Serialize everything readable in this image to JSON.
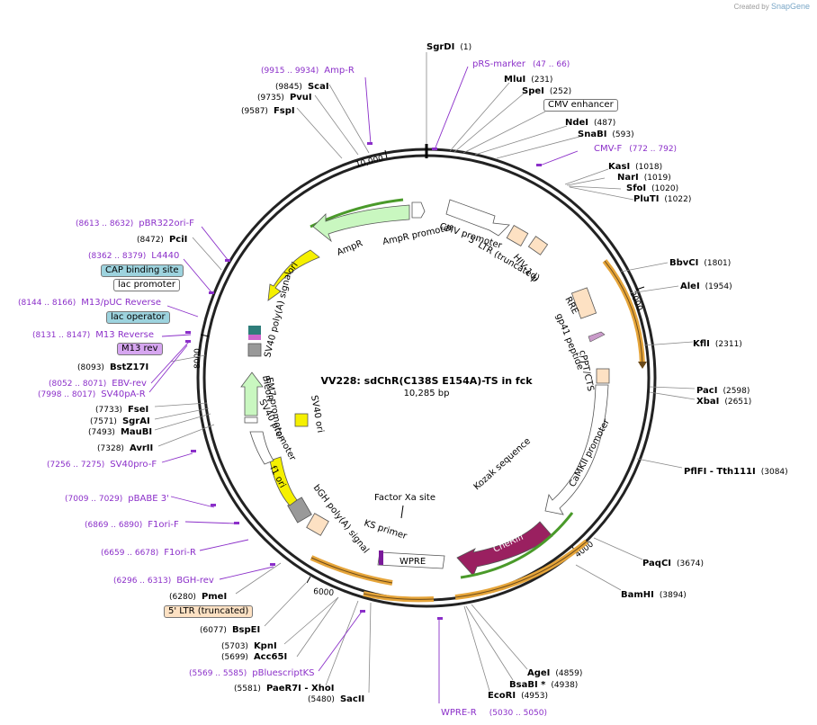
{
  "brand": {
    "prefix": "Created by",
    "name": "SnapGene"
  },
  "plasmid": {
    "name": "VV228: sdChR(C138S E154A)-TS in fck",
    "length_label": "10,285 bp"
  },
  "ticks": [
    {
      "label": "2000"
    },
    {
      "label": "4000"
    },
    {
      "label": "6000"
    },
    {
      "label": "8000"
    },
    {
      "label": "10,000"
    }
  ],
  "features": [
    {
      "name": "AmpR"
    },
    {
      "name": "AmpR promoter"
    },
    {
      "name": "ori"
    },
    {
      "name": "SV40 poly(A) signal"
    },
    {
      "name": "CMV promoter"
    },
    {
      "name": "5' LTR (truncated)"
    },
    {
      "name": "HIV-1 ψ"
    },
    {
      "name": "RRE"
    },
    {
      "name": "gp41 peptide"
    },
    {
      "name": "cPPT/CTS"
    },
    {
      "name": "CaMKII promoter"
    },
    {
      "name": "Kozak sequence"
    },
    {
      "name": "CheRiff"
    },
    {
      "name": "WPRE"
    },
    {
      "name": "Factor Xa site"
    },
    {
      "name": "KS primer"
    },
    {
      "name": "bGH poly(A) signal"
    },
    {
      "name": "f1 ori"
    },
    {
      "name": "SV40 promoter"
    },
    {
      "name": "EM7 promoter"
    },
    {
      "name": "BleoR"
    },
    {
      "name": "SV40 ori"
    }
  ],
  "right_labels": [
    {
      "name": "SgrDI",
      "pos": "(1)"
    },
    {
      "name": "MluI",
      "pos": "(231)"
    },
    {
      "name": "SpeI",
      "pos": "(252)"
    },
    {
      "name": "NdeI",
      "pos": "(487)"
    },
    {
      "name": "SnaBI",
      "pos": "(593)"
    },
    {
      "name": "KasI",
      "pos": "(1018)"
    },
    {
      "name": "NarI",
      "pos": "(1019)"
    },
    {
      "name": "SfoI",
      "pos": "(1020)"
    },
    {
      "name": "PluTI",
      "pos": "(1022)"
    },
    {
      "name": "BbvCI",
      "pos": "(1801)"
    },
    {
      "name": "AleI",
      "pos": "(1954)"
    },
    {
      "name": "KflI",
      "pos": "(2311)"
    },
    {
      "name": "PacI",
      "pos": "(2598)"
    },
    {
      "name": "XbaI",
      "pos": "(2651)"
    },
    {
      "name": "PflFI - Tth111I",
      "pos": "(3084)"
    },
    {
      "name": "PaqCI",
      "pos": "(3674)"
    },
    {
      "name": "BamHI",
      "pos": "(3894)"
    },
    {
      "name": "AgeI",
      "pos": "(4859)"
    },
    {
      "name": "BsaBI *",
      "pos": "(4938)"
    },
    {
      "name": "EcoRI",
      "pos": "(4953)"
    }
  ],
  "left_labels": [
    {
      "name": "ScaI",
      "pos": "(9845)"
    },
    {
      "name": "PvuI",
      "pos": "(9735)"
    },
    {
      "name": "FspI",
      "pos": "(9587)"
    },
    {
      "name": "PciI",
      "pos": "(8472)"
    },
    {
      "name": "BstZ17I",
      "pos": "(8093)"
    },
    {
      "name": "FseI",
      "pos": "(7733)"
    },
    {
      "name": "SgrAI",
      "pos": "(7571)"
    },
    {
      "name": "MauBI",
      "pos": "(7493)"
    },
    {
      "name": "AvrII",
      "pos": "(7328)"
    },
    {
      "name": "PmeI",
      "pos": "(6280)"
    },
    {
      "name": "BspEI",
      "pos": "(6077)"
    },
    {
      "name": "KpnI",
      "pos": "(5703)"
    },
    {
      "name": "Acc65I",
      "pos": "(5699)"
    },
    {
      "name": "PaeR7I - XhoI",
      "pos": "(5581)"
    },
    {
      "name": "SacII",
      "pos": "(5480)"
    }
  ],
  "primers": [
    {
      "name": "Amp-R",
      "range": "(9915 .. 9934)"
    },
    {
      "name": "pRS-marker",
      "range": "(47 .. 66)"
    },
    {
      "name": "CMV-F",
      "range": "(772 .. 792)"
    },
    {
      "name": "pBR322ori-F",
      "range": "(8613 .. 8632)"
    },
    {
      "name": "L4440",
      "range": "(8362 .. 8379)"
    },
    {
      "name": "M13/pUC Reverse",
      "range": "(8144 .. 8166)"
    },
    {
      "name": "M13 Reverse",
      "range": "(8131 .. 8147)"
    },
    {
      "name": "EBV-rev",
      "range": "(8052 .. 8071)"
    },
    {
      "name": "SV40pA-R",
      "range": "(7998 .. 8017)"
    },
    {
      "name": "SV40pro-F",
      "range": "(7256 .. 7275)"
    },
    {
      "name": "pBABE 3'",
      "range": "(7009 .. 7029)"
    },
    {
      "name": "F1ori-F",
      "range": "(6869 .. 6890)"
    },
    {
      "name": "F1ori-R",
      "range": "(6659 .. 6678)"
    },
    {
      "name": "BGH-rev",
      "range": "(6296 .. 6313)"
    },
    {
      "name": "pBluescriptKS",
      "range": "(5569 .. 5585)"
    },
    {
      "name": "WPRE-R",
      "range": "(5030 .. 5050)"
    }
  ],
  "boxed_labels": [
    {
      "name": "CMV enhancer"
    },
    {
      "name": "CAP binding site"
    },
    {
      "name": "lac promoter"
    },
    {
      "name": "lac operator"
    },
    {
      "name": "M13 rev"
    },
    {
      "name": "5' LTR (truncated)"
    }
  ],
  "colors": {
    "backbone": "#222222",
    "primer": "#8b2fc9",
    "amp": "#c9f7c0",
    "ori": "#f5f000",
    "cheriff": "#9a2060",
    "ltr": "#fde1c3",
    "orange_arc": "#e6a53a",
    "green_arc": "#4a9a2a",
    "cap_box": "#9dd3de",
    "m13_box": "#d6a6f0"
  }
}
